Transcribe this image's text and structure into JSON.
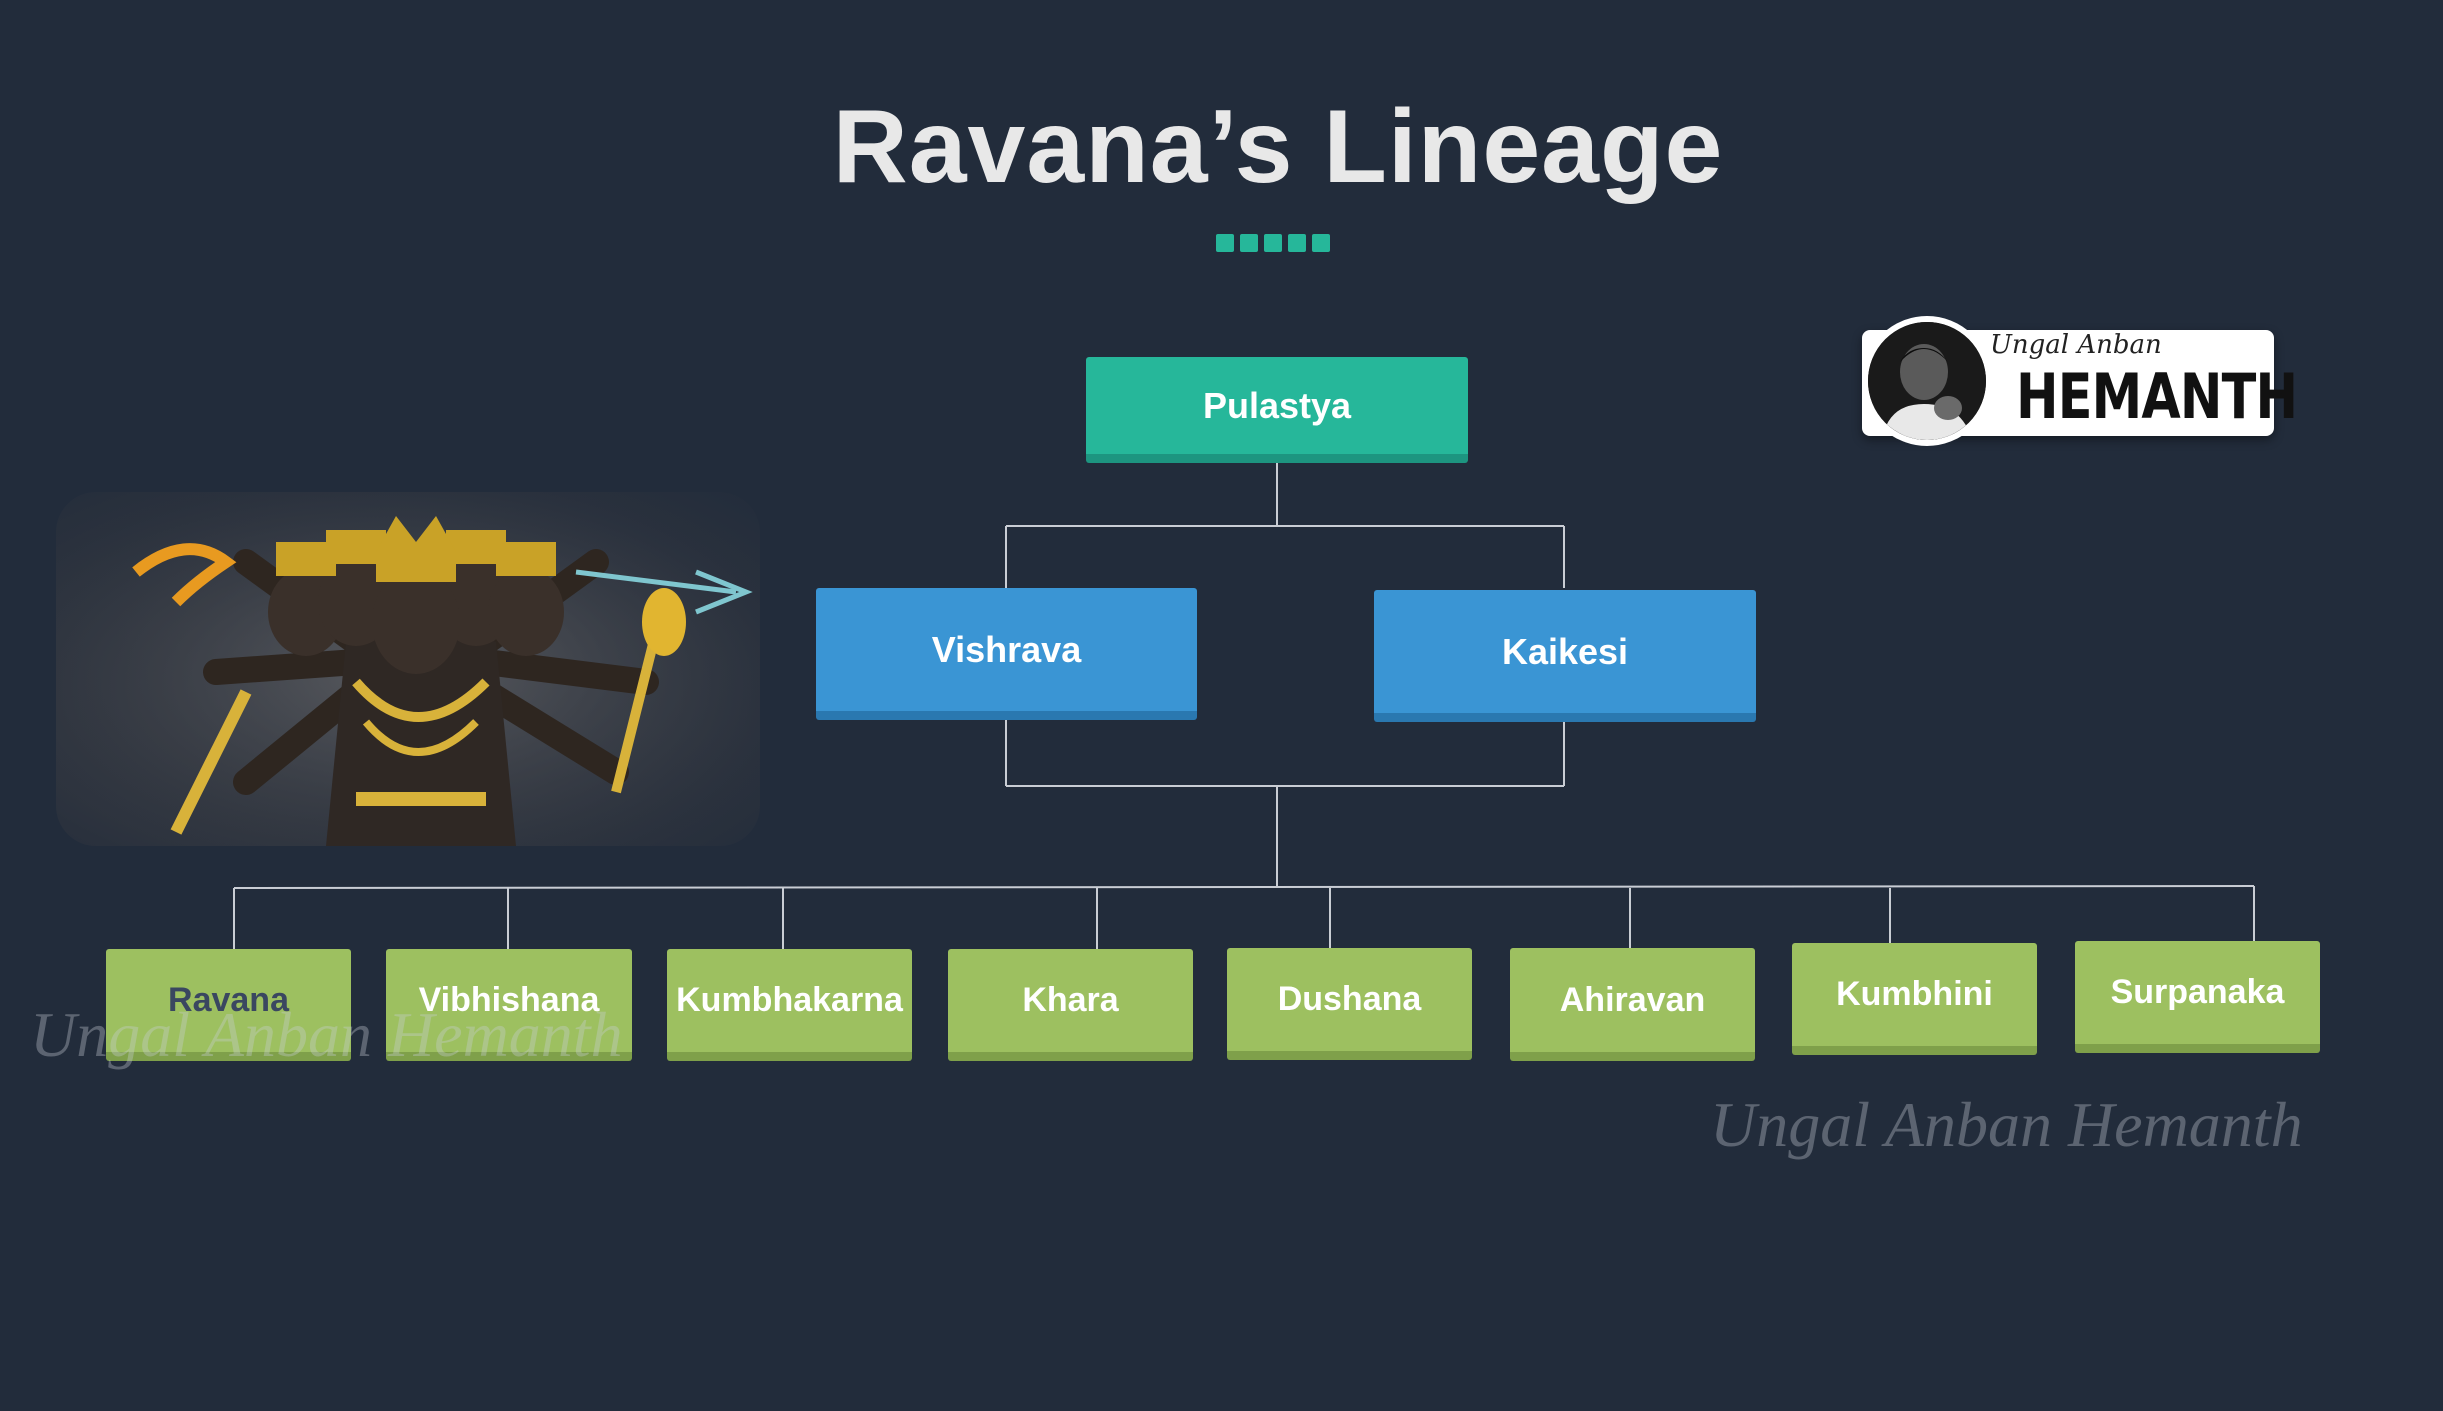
{
  "title": "Ravana’s Lineage",
  "diagram": {
    "root": "Pulastya",
    "parents": [
      "Vishrava",
      "Kaikesi"
    ],
    "children": [
      "Ravana",
      "Vibhishana",
      "Kumbhakarna",
      "Khara",
      "Dushana",
      "Ahiravan",
      "Kumbhini",
      "Surpanaka"
    ]
  },
  "badge": {
    "small": "Ungal Anban",
    "big": "HEMANTH"
  },
  "watermark": "Ungal Anban Hemanth",
  "colors": {
    "background": "#222c3b",
    "root": "#26b79a",
    "parents": "#3a95d4",
    "children": "#9dc060"
  }
}
